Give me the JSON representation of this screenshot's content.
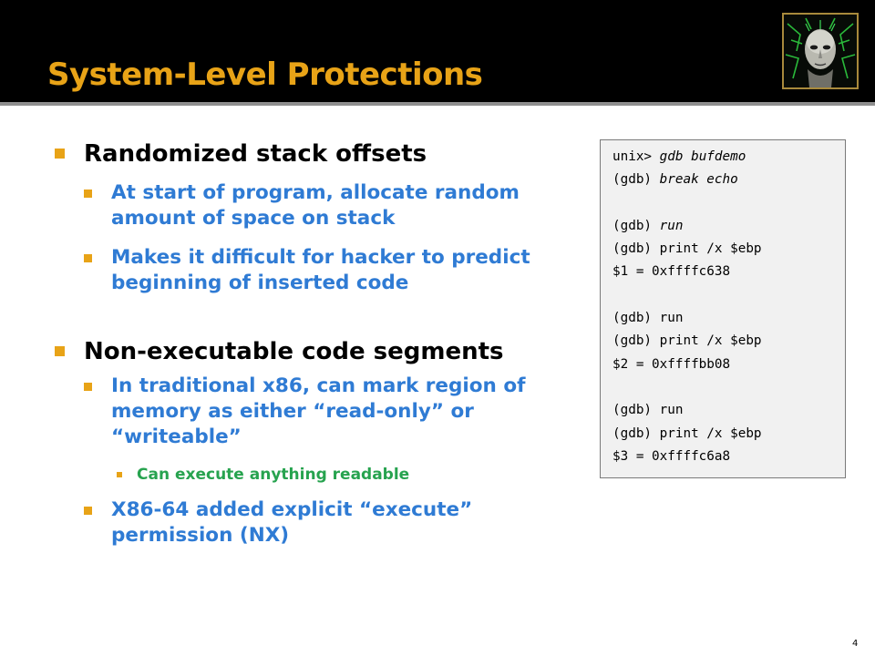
{
  "slide": {
    "title": "System-Level Protections",
    "page_number": "4",
    "colors": {
      "header_bg": "#000000",
      "title": "#e8a317",
      "bullet": "#e8a317",
      "level2_text": "#2f7bd4",
      "level3_text": "#27a34f"
    }
  },
  "logo": {
    "icon": "shodan-face-icon"
  },
  "bullets": [
    {
      "text": "Randomized stack offsets",
      "children": [
        {
          "text": "At start of program, allocate random amount of space on stack"
        },
        {
          "text": "Makes it difficult for hacker to predict beginning of inserted code"
        }
      ]
    },
    {
      "text": "Non-executable code segments",
      "children": [
        {
          "text": "In traditional x86, can mark region of memory as either “read-only” or “writeable”",
          "children": [
            {
              "text": "Can execute anything readable"
            }
          ]
        },
        {
          "text": "X86-64 added  explicit “execute” permission (NX)"
        }
      ]
    }
  ],
  "code_box": {
    "lines": [
      {
        "prompt": "unix> ",
        "cmd": "gdb bufdemo"
      },
      {
        "prompt": "(gdb) ",
        "cmd": "break echo"
      },
      {
        "prompt": "",
        "cmd": ""
      },
      {
        "prompt": "(gdb) ",
        "cmd": "run"
      },
      {
        "prompt": "(gdb) print /x $ebp",
        "cmd": ""
      },
      {
        "prompt": "$1 = 0xffffc638",
        "cmd": ""
      },
      {
        "prompt": "",
        "cmd": ""
      },
      {
        "prompt": "(gdb) run",
        "cmd": ""
      },
      {
        "prompt": "(gdb) print /x $ebp",
        "cmd": ""
      },
      {
        "prompt": "$2 = 0xffffbb08",
        "cmd": ""
      },
      {
        "prompt": "",
        "cmd": ""
      },
      {
        "prompt": "(gdb) run",
        "cmd": ""
      },
      {
        "prompt": "(gdb) print /x $ebp",
        "cmd": ""
      },
      {
        "prompt": "$3 = 0xffffc6a8",
        "cmd": ""
      }
    ]
  }
}
